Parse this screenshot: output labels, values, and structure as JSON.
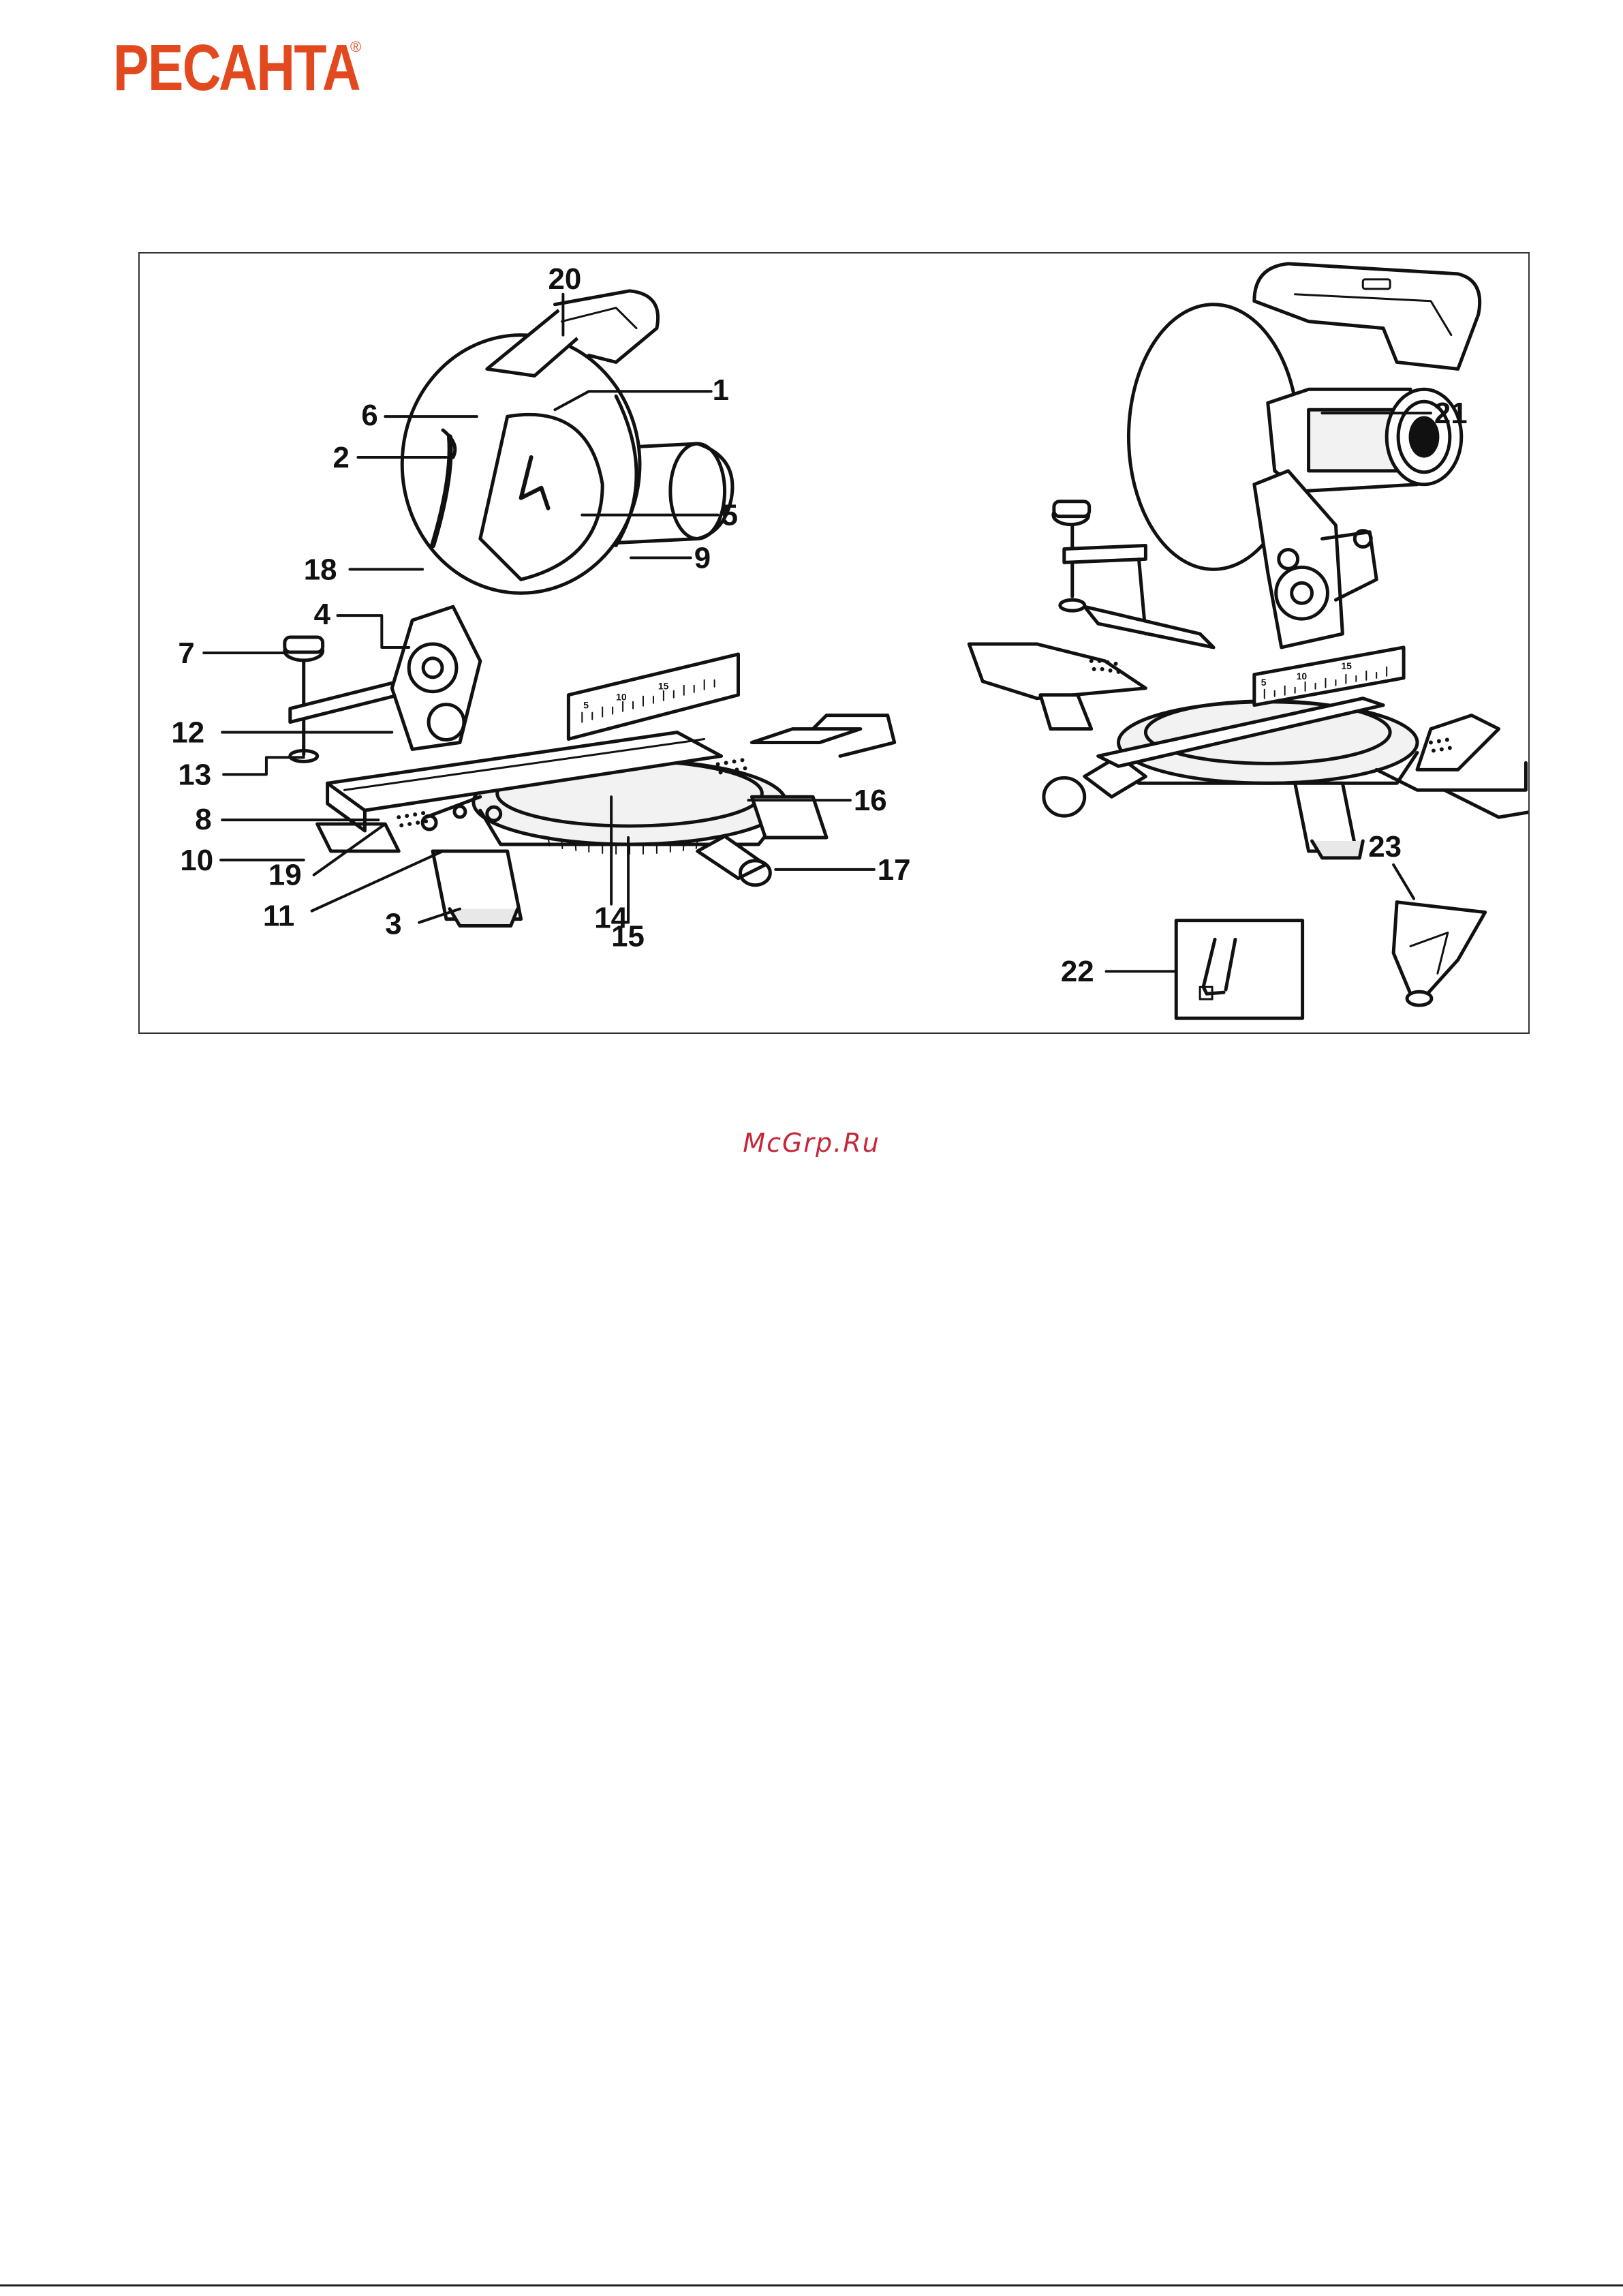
{
  "header": {
    "brand_logo": "РЕСАНТА",
    "registered_mark": "®"
  },
  "figure": {
    "callouts": [
      "1",
      "2",
      "3",
      "4",
      "5",
      "6",
      "7",
      "8",
      "9",
      "10",
      "11",
      "12",
      "13",
      "14",
      "15",
      "16",
      "17",
      "18",
      "19",
      "20",
      "21",
      "22",
      "23"
    ],
    "scale_ticks_left": [
      "5",
      "10",
      "15"
    ],
    "scale_ticks_right": [
      "5",
      "10",
      "15"
    ]
  },
  "watermark": {
    "text": "McGrp.Ru"
  },
  "colors": {
    "brand": "#e2491f",
    "watermark": "#c4283a",
    "line": "#111111"
  }
}
